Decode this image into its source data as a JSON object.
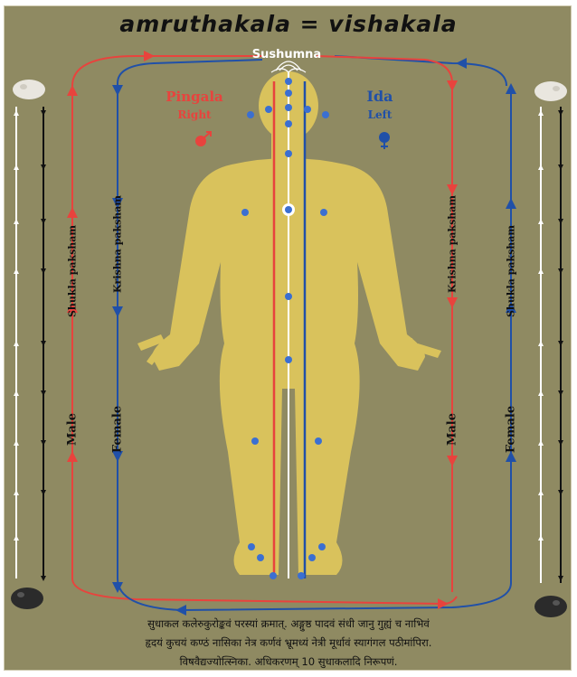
{
  "title": "amruthakala = vishakala",
  "nadis": {
    "sushumna": "Sushumna",
    "pingala": {
      "name": "Pingala",
      "side": "Right"
    },
    "ida": {
      "name": "Ida",
      "side": "Left"
    }
  },
  "channels": {
    "left_outer": "Shukla paksham",
    "left_inner": "Krishna paksham",
    "right_inner": "Krishna paksham",
    "right_outer": "Shukla paksham",
    "left_outer_lower": "Male",
    "left_inner_lower": "Female",
    "right_inner_lower": "Male",
    "right_outer_lower": "Female"
  },
  "verse": {
    "line1": "सुधाकल कलेरुकुरोङ्कवं परस्यां क्रमात्. अङ्गुष्ठ पादवं संधी जानु गुह्यं च नाभिवं",
    "line2": "हृदयं कुचयं कण्ठं नासिका नेत्र कर्णवं भ्रूमध्यं नेत्री मूर्धावं स्यागंगल पठीमांपिरा.",
    "line3": "विषवैद्यज्योत्स्निका. अधिकरणम् 10 सुधाकलादि निरूपणं."
  },
  "icons": {
    "sun": "sun-icon",
    "moon": "moon-icon",
    "lotus": "lotus-icon",
    "male_symbol": "male-symbol-icon",
    "female_symbol": "female-symbol-icon"
  },
  "colors": {
    "background": "#8f8a62",
    "body": "#d9c25c",
    "pingala": "#e8433d",
    "ida": "#2050a8",
    "sushumna": "#ffffff",
    "chakra_dot": "#3b6fd1"
  }
}
